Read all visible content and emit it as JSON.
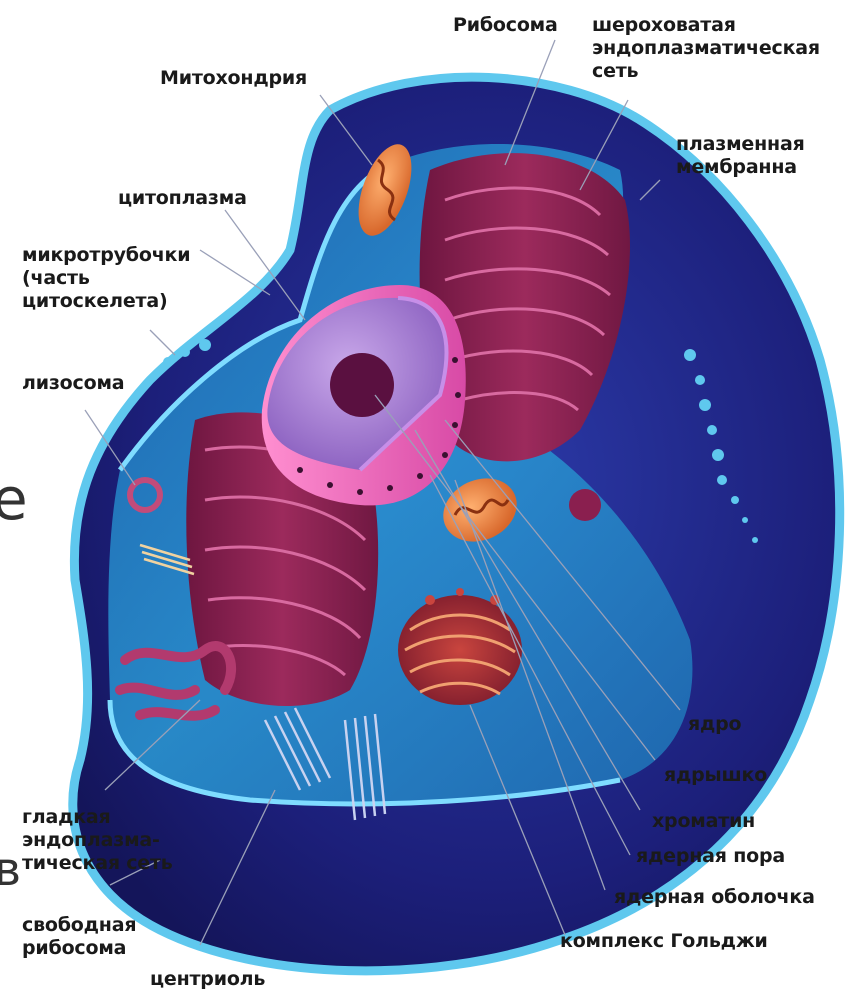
{
  "labels": {
    "ribosome": [
      "Рибосома"
    ],
    "rough_er": [
      "шероховатая",
      "эндоплазматическая",
      "сеть"
    ],
    "mitochondria": [
      "Митохондрия"
    ],
    "plasma_membrane": [
      "плазменная",
      "мембранна"
    ],
    "cytoplasm": [
      "цитоплазма"
    ],
    "microtubules": [
      "микротрубочки",
      "(часть",
      "цитоскелета)"
    ],
    "lysosome": [
      "лизосома"
    ],
    "nucleus": [
      "ядро"
    ],
    "nucleolus": [
      "ядрышко"
    ],
    "chromatin": [
      "хроматин"
    ],
    "nuclear_pore": [
      "ядерная пора"
    ],
    "smooth_er": [
      "гладкая",
      "эндоплазма-",
      "тическая сеть"
    ],
    "nuclear_envelope": [
      "ядерная оболочка"
    ],
    "free_ribosome": [
      "свободная",
      "рибосома"
    ],
    "golgi": [
      "комплекс Гольджи"
    ],
    "centriole": [
      "центриоль"
    ]
  },
  "fragments": {
    "left_e": "е",
    "left_v": "в"
  },
  "colors": {
    "cell_dark": "#1c1f7a",
    "cytoplasm_light": "#2a9bd6",
    "membrane": "#5fc8ee",
    "nucleus_pink": "#e05ab4",
    "nucleus_lilac": "#a77fd0",
    "nucleolus": "#5a1040",
    "er": "#8a1f4f",
    "mitochondria": "#e8894a",
    "golgi": "#a0283a"
  }
}
